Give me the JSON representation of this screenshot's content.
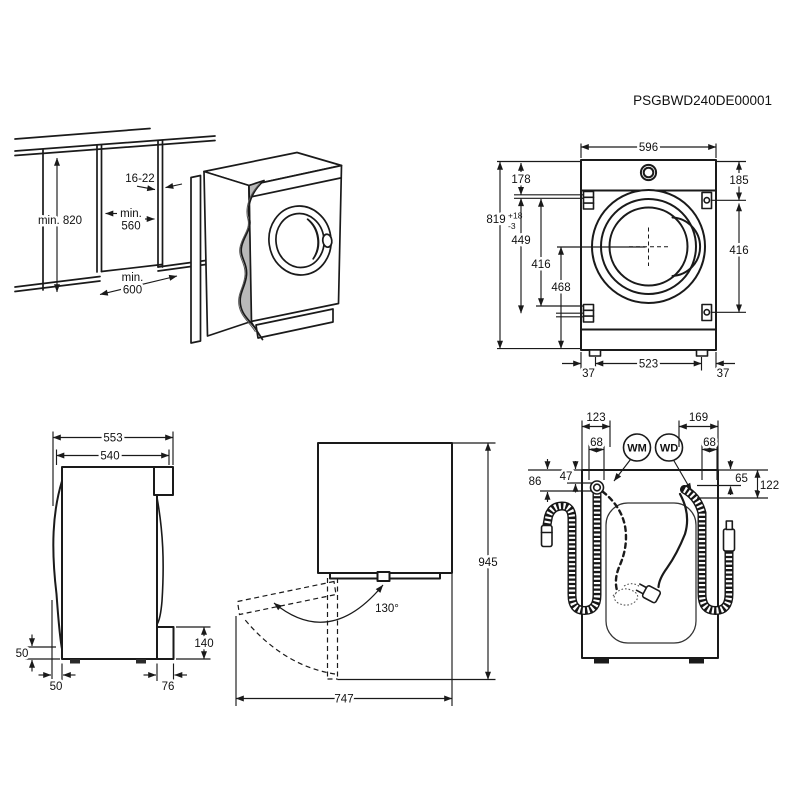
{
  "title": "PSGBWD240DE00001",
  "niche": {
    "height": "min. 820",
    "panel_thickness": "16-22",
    "width_prefix": "min.",
    "width_value": "560",
    "depth_prefix": "min.",
    "depth_value": "600"
  },
  "front_view": {
    "width": "596",
    "offset_top_left": "178",
    "offset_top_right": "185",
    "height": "819",
    "height_tol_plus": "+18",
    "height_tol_minus": "-3",
    "hinge_span": "449",
    "left_inner": "416",
    "center_span": "468",
    "right_span": "416",
    "foot_left": "37",
    "foot_span": "523",
    "foot_right": "37"
  },
  "side_view": {
    "depth_total": "553",
    "depth_body": "540",
    "front_clearance": "50",
    "bottom_front": "50",
    "bottom_rear": "76",
    "rear_recess": "140"
  },
  "door_swing": {
    "height_open": "945",
    "depth_open": "747",
    "angle": "130°"
  },
  "rear_view": {
    "wm_label": "WM",
    "wd_label": "WD",
    "wm_offset": "123",
    "wm_inner": "68",
    "wd_offset": "169",
    "wd_inner": "68",
    "wm_drop_outer": "86",
    "wm_drop_inner": "47",
    "wd_drop_inner": "65",
    "wd_drop_outer": "122"
  }
}
